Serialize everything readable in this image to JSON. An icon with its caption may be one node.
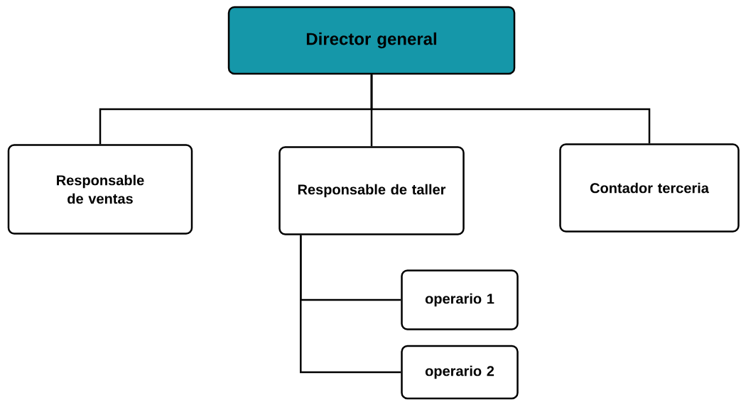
{
  "diagram": {
    "nodes": [
      {
        "text": [
          "Director general"
        ]
      },
      {
        "text": [
          "Responsable de ventas"
        ]
      },
      {
        "text": [
          "Responsable de taller"
        ]
      },
      {
        "text": [
          "Contador terceria"
        ]
      },
      {
        "text": [
          "operario 1"
        ]
      },
      {
        "text": [
          "operario 2"
        ]
      }
    ],
    "edges": [
      {
        "from": 0,
        "to": 1,
        "arrow": "none"
      },
      {
        "from": 0,
        "to": 2,
        "arrow": "none"
      },
      {
        "from": 0,
        "to": 3,
        "arrow": "none"
      },
      {
        "from": 2,
        "to": 4,
        "arrow": "none"
      },
      {
        "from": 2,
        "to": 5,
        "arrow": "none"
      }
    ]
  }
}
